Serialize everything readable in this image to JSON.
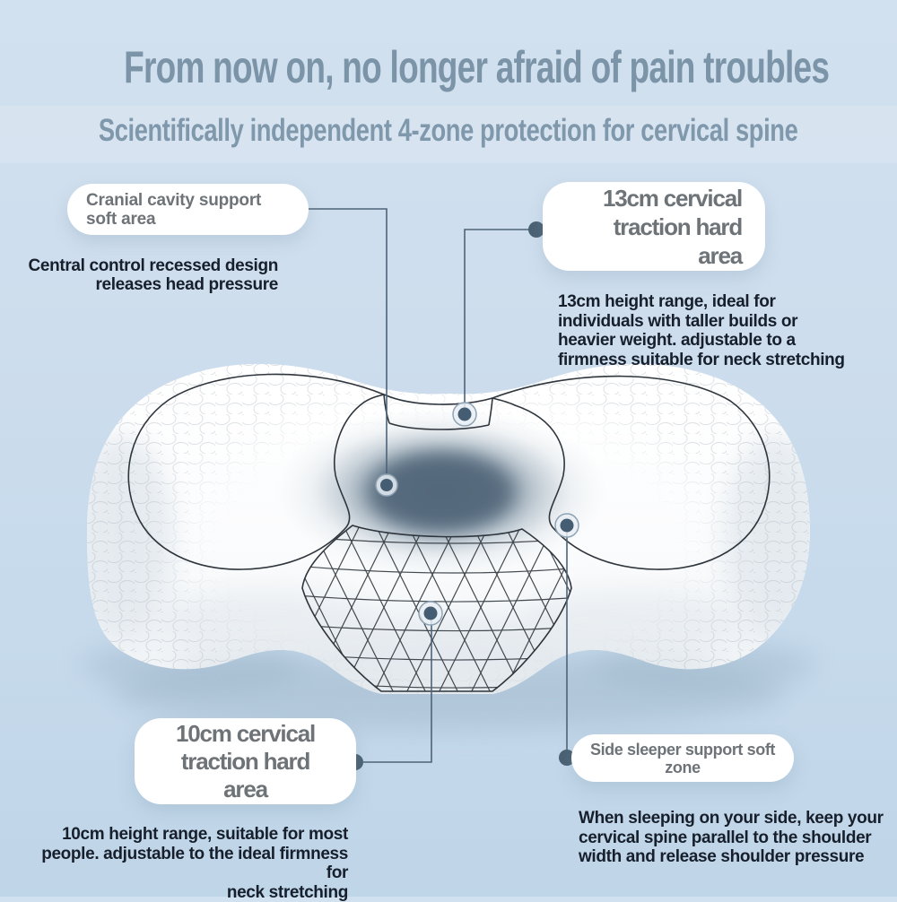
{
  "header": {
    "title": "From now on, no longer afraid of pain troubles",
    "subtitle": "Scientifically independent 4-zone protection for cervical spine"
  },
  "callouts": {
    "cranial": {
      "label": [
        "Cranial cavity support",
        "soft area"
      ],
      "desc": [
        "Central control recessed design",
        "releases head pressure"
      ]
    },
    "cm13": {
      "label": [
        "13cm cervical",
        "traction hard",
        "area"
      ],
      "desc": [
        "13cm height range, ideal for",
        "individuals with taller builds or",
        "heavier weight. adjustable to a",
        "firmness suitable for neck stretching"
      ]
    },
    "cm10": {
      "label": [
        "10cm cervical",
        "traction hard",
        "area"
      ],
      "desc": [
        "10cm height range, suitable for most",
        "people. adjustable to the ideal firmness for",
        "neck stretching"
      ]
    },
    "side": {
      "label": [
        "Side sleeper support soft zone"
      ],
      "desc": [
        "When sleeping on your side, keep your",
        "cervical spine parallel to the shoulder",
        "width and release shoulder pressure"
      ]
    }
  },
  "illustration": {
    "subject": "contour memory-foam cervical pillow, top view",
    "zones": [
      "top-neck-roll",
      "head-recess-center",
      "side-sleeper-zone",
      "neck-traction-grid"
    ]
  },
  "colors": {
    "background_top": "#d2e1ef",
    "background_bottom": "#bfd5e8",
    "heading_blue": "#7b94a7",
    "label_gray": "#6e7378",
    "body_dark": "#161f2b",
    "connector_slate": "#4e6378",
    "marker_dark": "#455d72",
    "recess_shadow": "#5d7284"
  }
}
